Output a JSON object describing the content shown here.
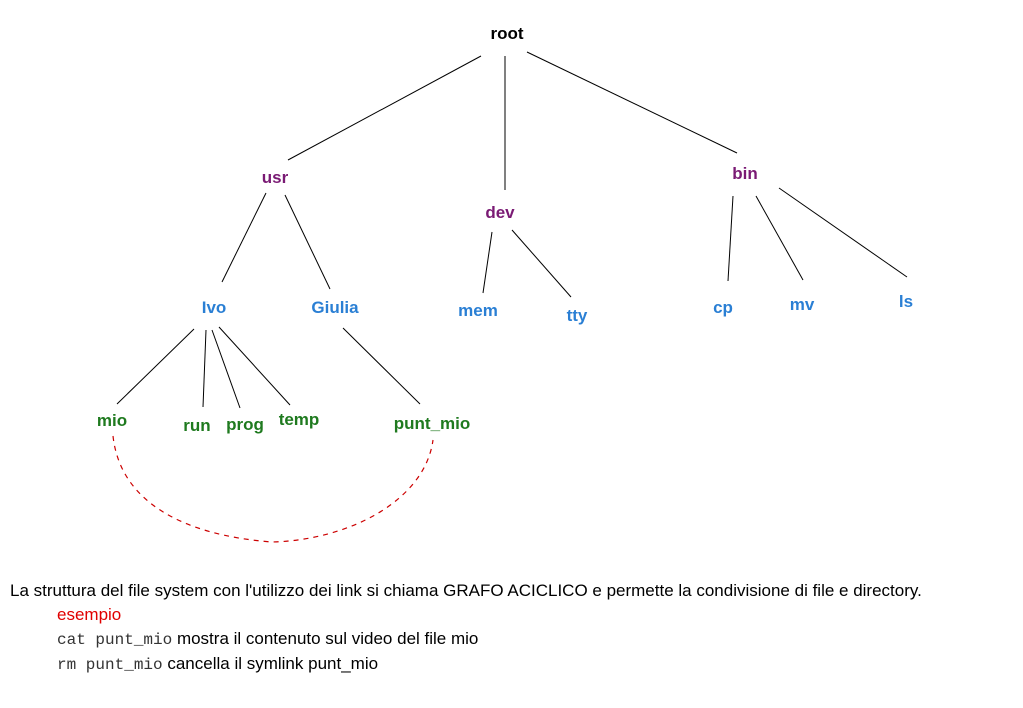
{
  "tree": {
    "root": "root",
    "dirs": {
      "usr": "usr",
      "dev": "dev",
      "bin": "bin"
    },
    "level2": {
      "ivo": "Ivo",
      "giulia": "Giulia",
      "mem": "mem",
      "tty": "tty",
      "cp": "cp",
      "mv": "mv",
      "ls": "ls"
    },
    "level3": {
      "mio": "mio",
      "run": "run",
      "prog": "prog",
      "temp": "temp",
      "punt_mio": "punt_mio"
    },
    "colors": {
      "root": "#000000",
      "dir": "#7a1a74",
      "sub": "#2a7fd4",
      "leaf": "#1f7a1f",
      "link": "#cc0000"
    }
  },
  "caption": {
    "paragraph": "La struttura del file system con l'utilizzo dei link si chiama GRAFO ACICLICO e permette la condivisione di file e directory.",
    "example_label": "esempio",
    "cmd1": "cat punt_mio",
    "cmd1_desc": " mostra il contenuto sul video del file mio",
    "cmd2": "rm punt_mio",
    "cmd2_desc": " cancella il symlink punt_mio"
  }
}
